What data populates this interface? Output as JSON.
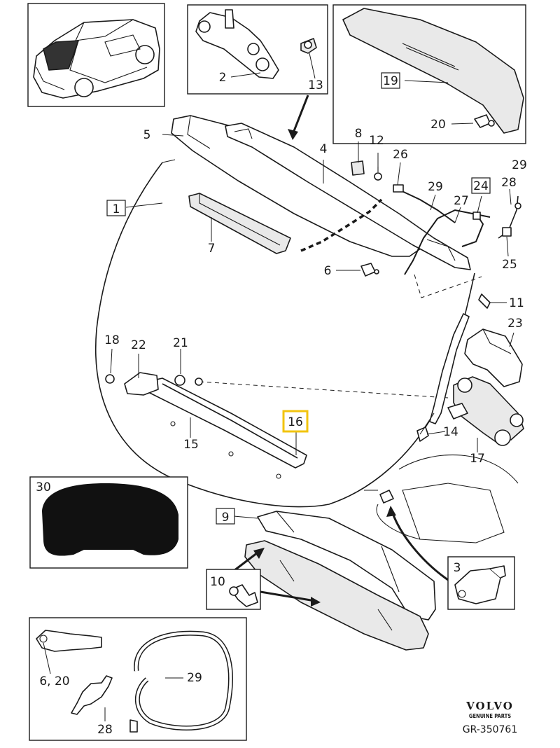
{
  "callouts": {
    "n1": "1",
    "n2": "2",
    "n3": "3",
    "n4": "4",
    "n5": "5",
    "n6": "6",
    "n7": "7",
    "n8": "8",
    "n9": "9",
    "n10": "10",
    "n11": "11",
    "n12": "12",
    "n13": "13",
    "n14": "14",
    "n15": "15",
    "n16": "16",
    "n17": "17",
    "n18": "18",
    "n19": "19",
    "n20": "20",
    "n20b": "20",
    "n21": "21",
    "n22": "22",
    "n23": "23",
    "n24": "24",
    "n25": "25",
    "n26": "26",
    "n27": "27",
    "n28": "28",
    "n28b": "28",
    "n29": "29",
    "n29b": "29",
    "n29c": "29",
    "n30": "30",
    "n6_20": "6,  20"
  },
  "highlighted_part": "16",
  "highlight_color": "#f2c40f",
  "brand": {
    "name": "VOLVO",
    "tagline": "GENUINE PARTS",
    "reference": "GR-350761"
  }
}
